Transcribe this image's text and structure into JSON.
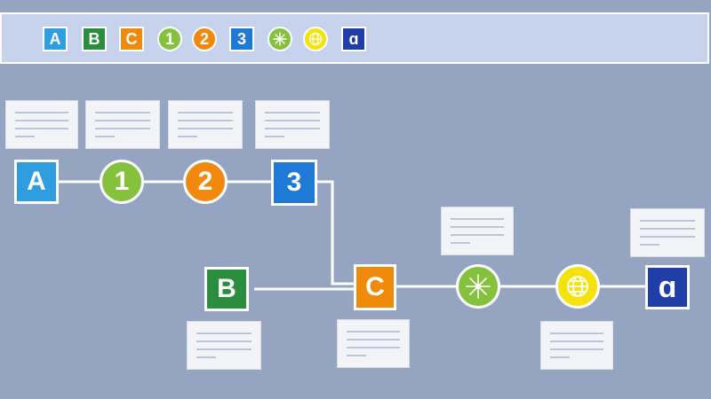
{
  "colors": {
    "background": "#95a4c1",
    "toolbar": "#c7d3ec",
    "connector": "#ffffff",
    "node_a": "#2f9ee0",
    "node_b": "#2b8e3e",
    "node_c": "#f08a0b",
    "step_1": "#86c13d",
    "step_2": "#f0890d",
    "step_3": "#1e7ad4",
    "compass": "#86c13d",
    "globe": "#f4e20e",
    "final": "#1f3ea7"
  },
  "palette": [
    {
      "id": "A",
      "label": "A",
      "shape": "square",
      "color": "#2f9ee0",
      "icon": "letter-a"
    },
    {
      "id": "B",
      "label": "B",
      "shape": "square",
      "color": "#2b8e3e",
      "icon": "letter-b"
    },
    {
      "id": "C",
      "label": "C",
      "shape": "square",
      "color": "#f08a0b",
      "icon": "letter-c"
    },
    {
      "id": "1",
      "label": "1",
      "shape": "circle",
      "color": "#86c13d",
      "icon": "number-1"
    },
    {
      "id": "2",
      "label": "2",
      "shape": "circle",
      "color": "#f0890d",
      "icon": "number-2"
    },
    {
      "id": "3",
      "label": "3",
      "shape": "square",
      "color": "#1e7ad4",
      "icon": "number-3"
    },
    {
      "id": "compass",
      "label": "",
      "shape": "circle",
      "color": "#86c13d",
      "icon": "compass-icon"
    },
    {
      "id": "globe",
      "label": "",
      "shape": "circle",
      "color": "#f4e20e",
      "icon": "globe-icon"
    },
    {
      "id": "final",
      "label": "ɑ",
      "shape": "square",
      "color": "#1f3ea7",
      "icon": "alpha-icon"
    }
  ],
  "nodes": {
    "A": "A",
    "B": "B",
    "C": "C",
    "step1": "1",
    "step2": "2",
    "step3": "3",
    "final": "ɑ"
  }
}
